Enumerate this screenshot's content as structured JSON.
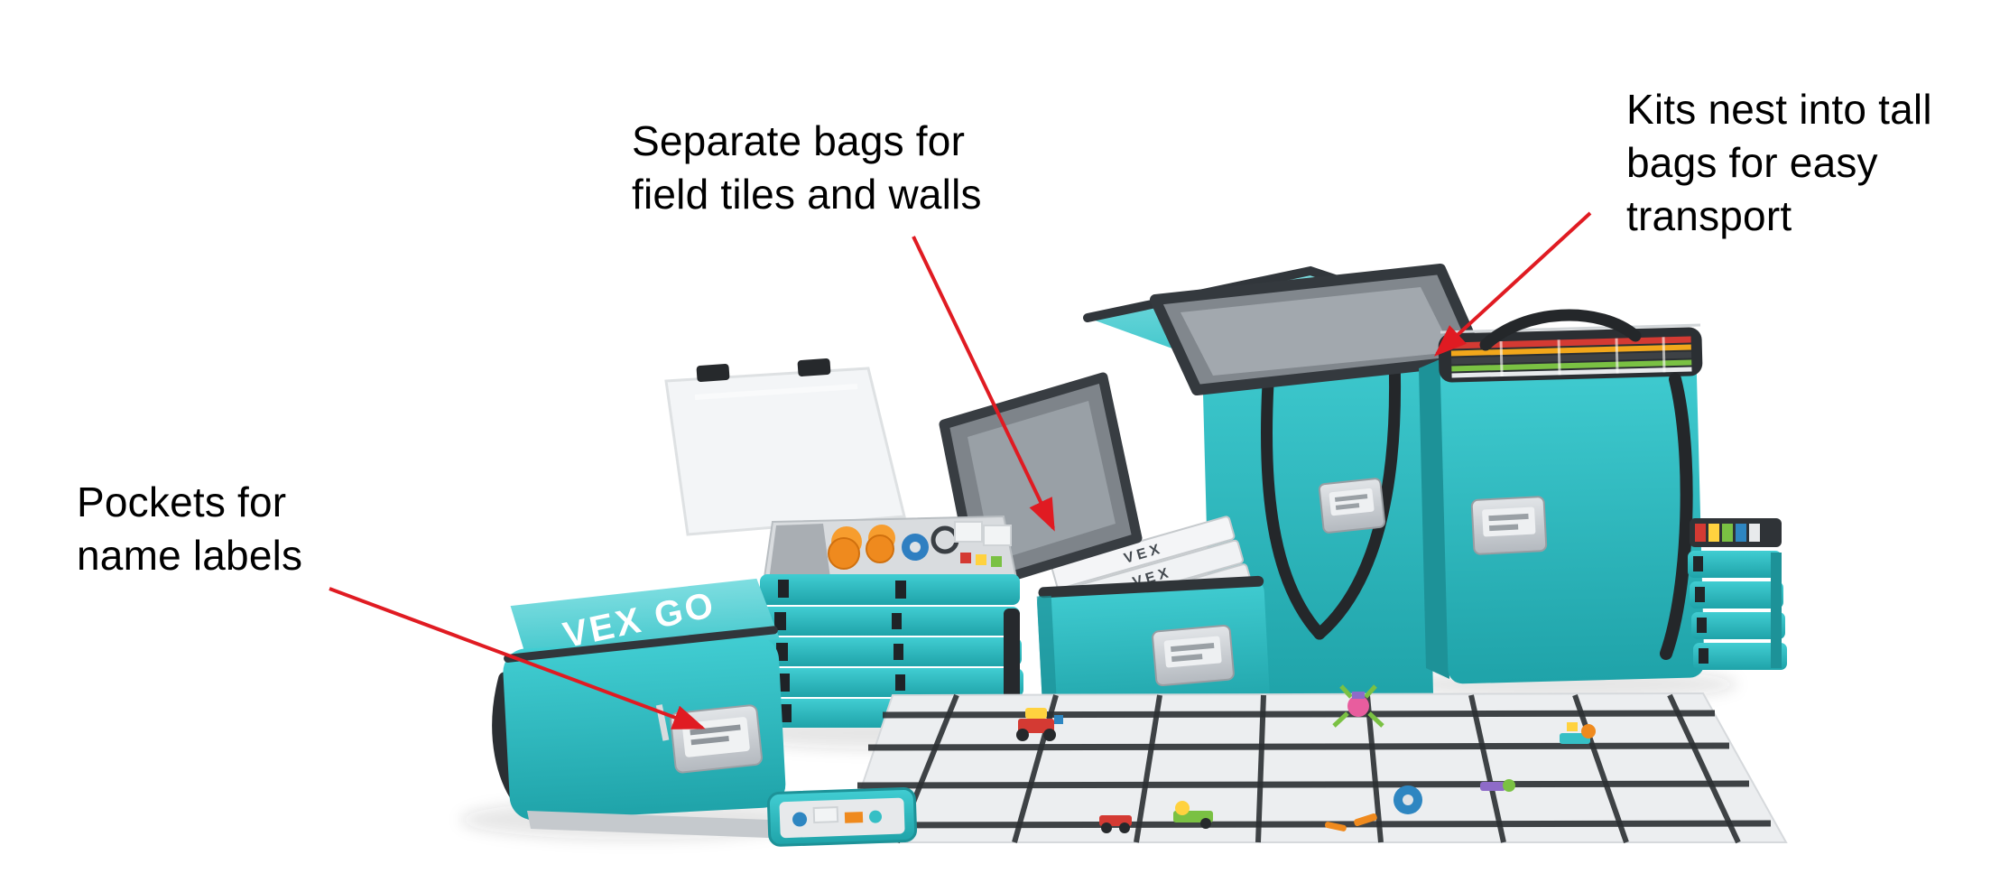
{
  "annotations": [
    {
      "id": "pockets",
      "text": "Pockets for name labels",
      "lines": [
        "Pockets for",
        "name labels"
      ]
    },
    {
      "id": "separate-bags",
      "text": "Separate bags for field tiles and walls",
      "lines": [
        "Separate bags for",
        "field tiles and walls"
      ]
    },
    {
      "id": "kits-nest",
      "text": "Kits nest into tall bags for easy transport",
      "lines": [
        "Kits nest into tall",
        "bags for easy",
        "transport"
      ]
    }
  ],
  "scene": {
    "brand": "VEX GO",
    "box_label": "VEX"
  },
  "colors": {
    "accent_red": "#e01b22",
    "teal": "#35bfc5"
  }
}
